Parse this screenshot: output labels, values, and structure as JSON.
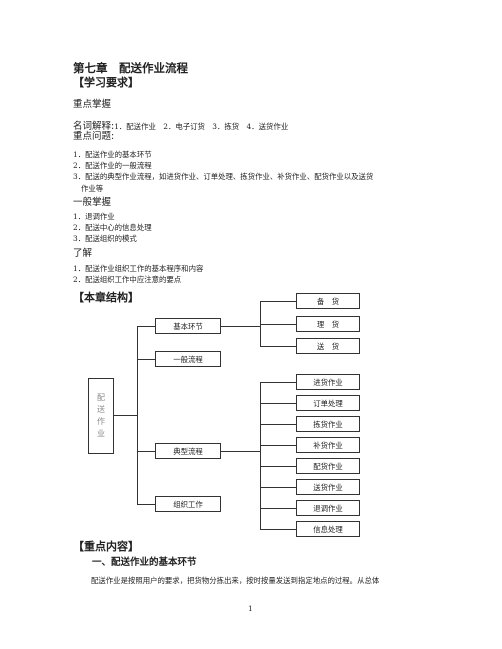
{
  "chapter_title": "第七章　配送作业流程",
  "learning": {
    "heading": "【学习要求】",
    "focus_heading": "重点掌握",
    "terms_label": "名词解释:",
    "terms_text": "1．配送作业　2．电子订货　3．拣货　4．送货作业",
    "questions_label": "重点问题:",
    "focus_items": [
      "1．配送作业的基本环节",
      "2．配送作业的一般流程",
      "3．配送的典型作业流程，如进货作业、订单处理、拣货作业、补货作业、配货作业以及送货",
      "作业等"
    ],
    "general_heading": "一般掌握",
    "general_items": [
      "1．退调作业",
      "2．配送中心的信息处理",
      "3．配送组织的模式"
    ],
    "know_heading": "了解",
    "know_items": [
      "1．配送作业组织工作的基本程序和内容",
      "2．配送组织工作中应注意的要点"
    ]
  },
  "structure": {
    "heading": "【本章结构】",
    "root": "配送作业",
    "branches": [
      "基本环节",
      "一般流程",
      "典型流程",
      "组织工作"
    ],
    "basic_leaves": [
      "备　货",
      "理　货",
      "送　货"
    ],
    "typical_leaves": [
      "进货作业",
      "订单处理",
      "拣货作业",
      "补货作业",
      "配货作业",
      "送货作业",
      "退调作业",
      "信息处理"
    ]
  },
  "key": {
    "heading": "【重点内容】",
    "section_title": "一、配送作业的基本环节",
    "paragraph": "配送作业是按照用户的要求，把货物分拣出来，按时按量发送到指定地点的过程。从总体"
  },
  "page_number": "1"
}
